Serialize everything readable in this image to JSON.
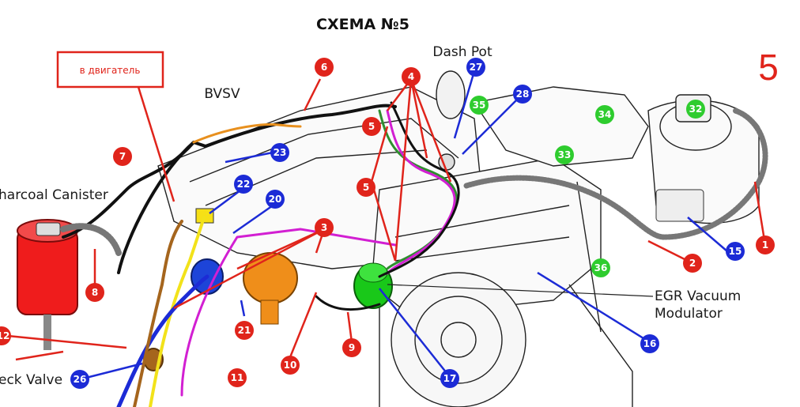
{
  "title": "СХЕМА №5",
  "scheme_number": "5",
  "note": "в двигатель",
  "labels": {
    "bvsv": "BVSV",
    "dash_pot": "Dash Pot",
    "charcoal_canister": "harcoal Canister",
    "check_valve": "eck Valve",
    "egr_line1": "EGR Vacuum",
    "egr_line2": "Modulator"
  },
  "colors": {
    "red": "#e0241b",
    "blue": "#1c2bd6",
    "green": "#2ecc2e",
    "orange": "#e8901e",
    "magenta": "#d21fd2",
    "yellow": "#f2e21a",
    "hose_green": "#2f8f2f"
  },
  "badges": {
    "red": [
      "1",
      "2",
      "3",
      "4",
      "5",
      "5",
      "6",
      "7",
      "8",
      "9",
      "10",
      "11",
      "12",
      "21"
    ],
    "blue": [
      "15",
      "16",
      "17",
      "20",
      "22",
      "23",
      "26",
      "27",
      "28"
    ],
    "green": [
      "32",
      "33",
      "34",
      "35",
      "36"
    ]
  }
}
